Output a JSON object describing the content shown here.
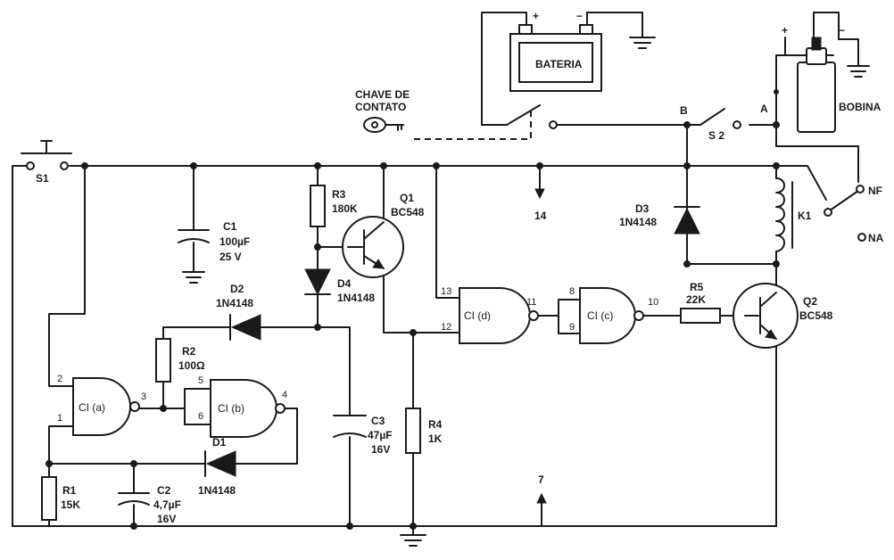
{
  "battery": {
    "label": "BATERIA",
    "plus": "+",
    "minus": "−"
  },
  "coil": {
    "label": "BOBINA",
    "plus": "+",
    "minus": "−"
  },
  "ignition_key": {
    "line1": "CHAVE DE",
    "line2": "CONTATO"
  },
  "nodes": {
    "a": "A",
    "b": "B"
  },
  "s2": "S 2",
  "s1": "S1",
  "relay": {
    "name": "K1",
    "nf": "NF",
    "na": "NA"
  },
  "pins": {
    "p14": "14",
    "p7": "7"
  },
  "gates": {
    "a": {
      "label": "CI (a)",
      "in1": "1",
      "in2": "2",
      "out": "3"
    },
    "b": {
      "label": "CI (b)",
      "in1": "5",
      "in2": "6",
      "out": "4"
    },
    "c": {
      "label": "CI (c)",
      "in1": "8",
      "in2": "9",
      "out": "10"
    },
    "d": {
      "label": "CI (d)",
      "in1": "13",
      "in2": "12",
      "out": "11"
    }
  },
  "components": {
    "c1": {
      "name": "C1",
      "value": "100µF",
      "voltage": "25 V"
    },
    "c2": {
      "name": "C2",
      "value": "4,7µF",
      "voltage": "16V"
    },
    "c3": {
      "name": "C3",
      "value": "47µF",
      "voltage": "16V"
    },
    "r1": {
      "name": "R1",
      "value": "15K"
    },
    "r2": {
      "name": "R2",
      "value": "100Ω"
    },
    "r3": {
      "name": "R3",
      "value": "180K"
    },
    "r4": {
      "name": "R4",
      "value": "1K"
    },
    "r5": {
      "name": "R5",
      "value": "22K"
    },
    "d1": {
      "name": "D1",
      "value": "1N4148"
    },
    "d2": {
      "name": "D2",
      "value": "1N4148"
    },
    "d3": {
      "name": "D3",
      "value": "1N4148"
    },
    "d4": {
      "name": "D4",
      "value": "1N4148"
    },
    "q1": {
      "name": "Q1",
      "value": "BC548"
    },
    "q2": {
      "name": "Q2",
      "value": "BC548"
    }
  }
}
